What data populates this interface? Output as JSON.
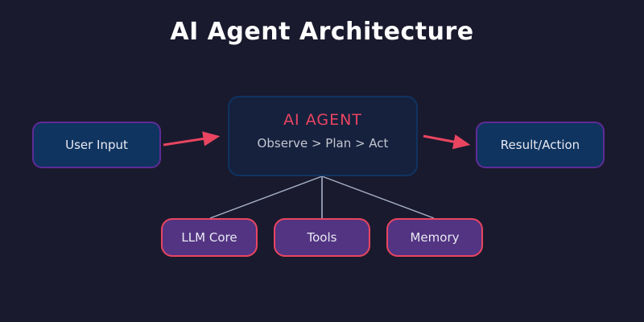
{
  "title": "AI Agent Architecture",
  "colors": {
    "background": "#1a1a2e",
    "accent": "#e94560",
    "agent_box_fill": "#16213e",
    "agent_box_border": "#0f3460",
    "io_box_fill": "#0f3460",
    "io_box_border": "#5e2b97",
    "component_box_fill": "#533483",
    "component_box_border": "#e94560",
    "connector_line": "#a8b2c8",
    "title_text": "#ffffff",
    "subtitle_text": "#c3c7d1"
  },
  "nodes": {
    "agent": {
      "title": "AI AGENT",
      "subtitle": "Observe > Plan > Act"
    },
    "user_input": {
      "label": "User Input"
    },
    "result_action": {
      "label": "Result/Action"
    },
    "components": [
      {
        "label": "LLM Core"
      },
      {
        "label": "Tools"
      },
      {
        "label": "Memory"
      }
    ]
  }
}
